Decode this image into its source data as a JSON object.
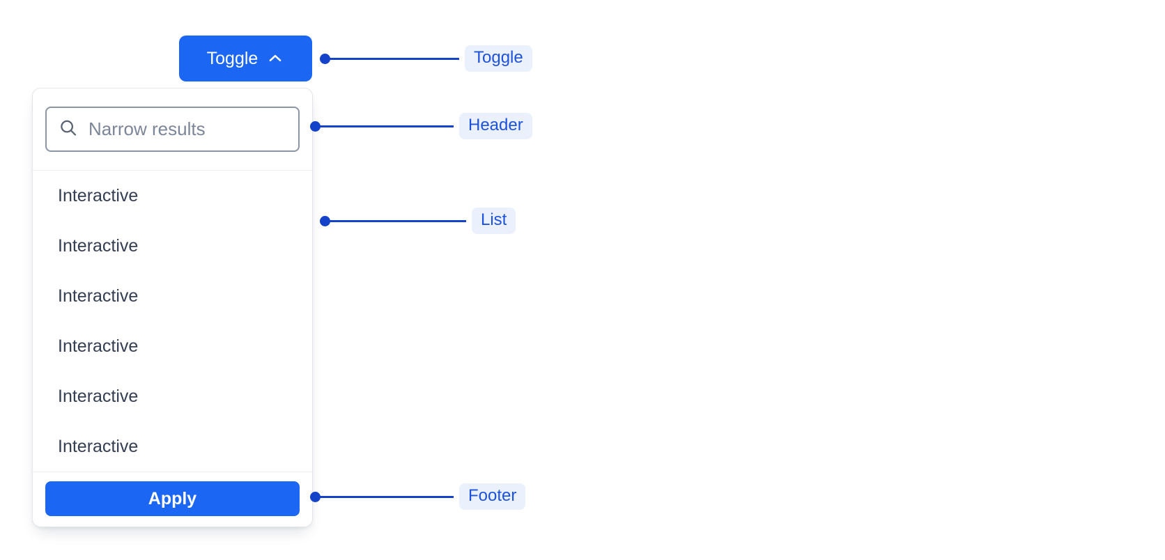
{
  "colors": {
    "primary": "#1B66F2",
    "annotation_line": "#1442C8",
    "annotation_text": "#1D52DB",
    "annotation_bg": "#EAF0FC",
    "panel_border": "#E3E5E8",
    "input_border": "#8C95A5",
    "list_text": "#333E52",
    "placeholder": "#7C8698",
    "divider": "#EEEFF2",
    "icon_gray": "#586170"
  },
  "toggle_button": {
    "label": "Toggle",
    "icon": "chevron-up-icon"
  },
  "dropdown": {
    "header": {
      "search_placeholder": "Narrow results",
      "search_icon": "search-icon"
    },
    "list": {
      "items": [
        {
          "label": "Interactive"
        },
        {
          "label": "Interactive"
        },
        {
          "label": "Interactive"
        },
        {
          "label": "Interactive"
        },
        {
          "label": "Interactive"
        },
        {
          "label": "Interactive"
        }
      ]
    },
    "footer": {
      "apply_label": "Apply"
    }
  },
  "annotations": [
    {
      "label": "Toggle"
    },
    {
      "label": "Header"
    },
    {
      "label": "List"
    },
    {
      "label": "Footer"
    }
  ]
}
